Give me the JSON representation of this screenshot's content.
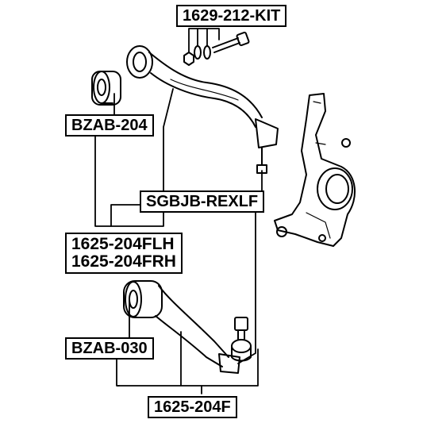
{
  "labels": {
    "kit": "1629-212-KIT",
    "bushing_upper": "BZAB-204",
    "ball_joint": "SGBJB-REXLF",
    "arm_left": "1625-204FLH",
    "arm_right": "1625-204FRH",
    "bushing_lower": "BZAB-030",
    "arm_assembly": "1625-204F"
  },
  "colors": {
    "line": "#000000",
    "background": "#ffffff"
  }
}
